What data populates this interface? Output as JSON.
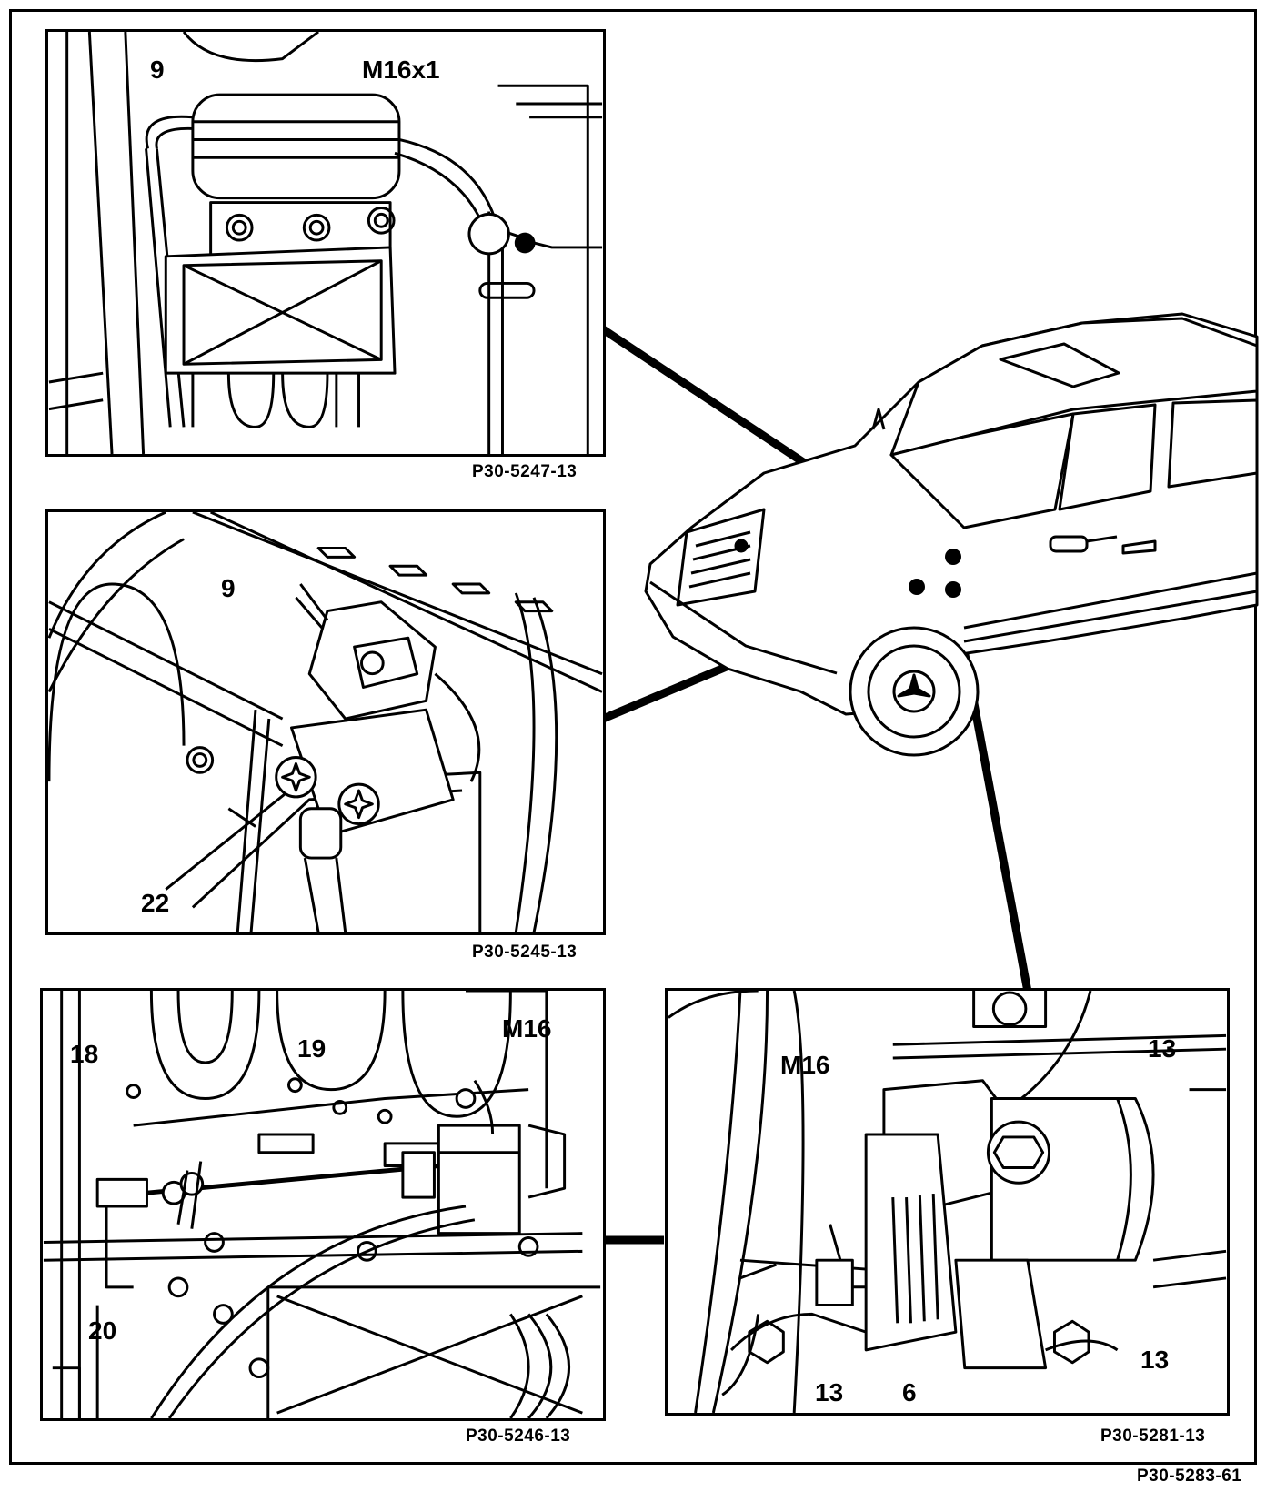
{
  "figure_code": "P30-5283-61",
  "panels": {
    "top": {
      "code": "P30-5247-13",
      "labels": {
        "hose": "9",
        "part": "M16x1"
      }
    },
    "middle": {
      "code": "P30-5245-13",
      "labels": {
        "hose": "9",
        "screw": "22"
      }
    },
    "bottom_left": {
      "code": "P30-5246-13",
      "labels": {
        "l18": "18",
        "l19": "19",
        "l20": "20",
        "m16": "M16"
      }
    },
    "bottom_right": {
      "code": "P30-5281-13",
      "labels": {
        "m16": "M16",
        "l13_top": "13",
        "l13_left": "13",
        "l13_right": "13",
        "l6": "6"
      }
    }
  }
}
